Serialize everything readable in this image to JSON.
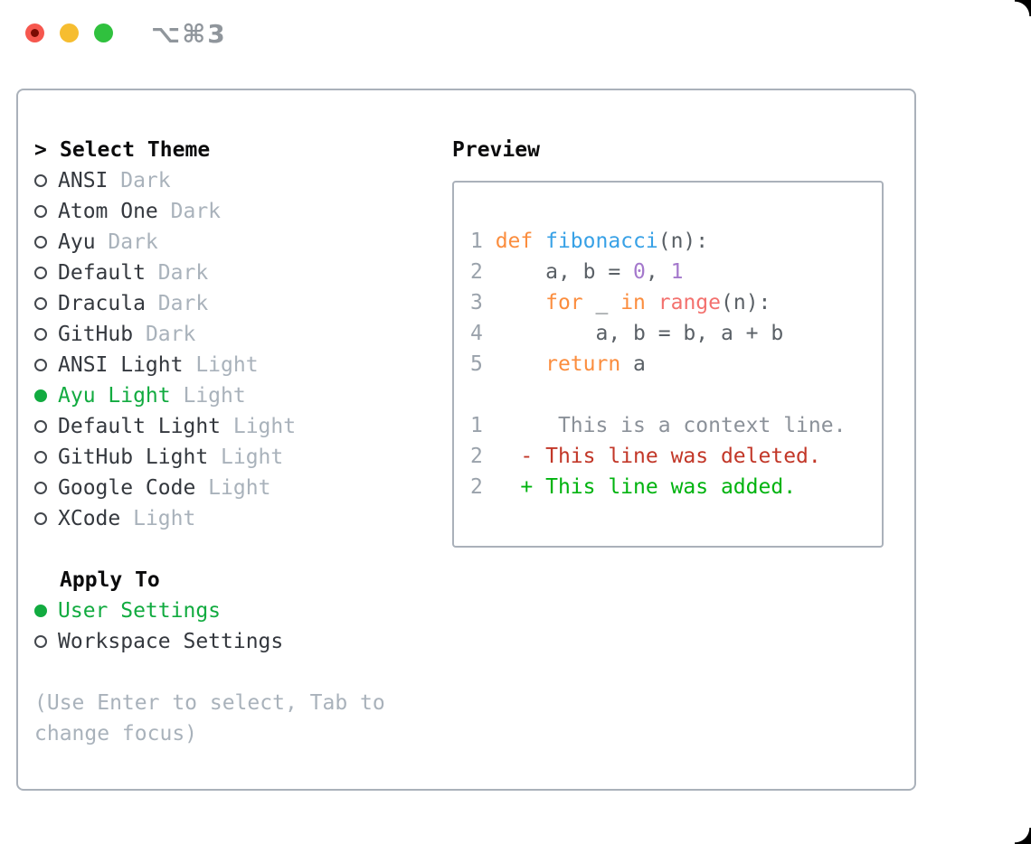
{
  "window": {
    "title_shortcut": "⌥⌘3"
  },
  "theme_selector": {
    "prompt": ">",
    "heading": "Select Theme",
    "items": [
      {
        "name": "ANSI",
        "variant": "Dark",
        "selected": false
      },
      {
        "name": "Atom One",
        "variant": "Dark",
        "selected": false
      },
      {
        "name": "Ayu",
        "variant": "Dark",
        "selected": false
      },
      {
        "name": "Default",
        "variant": "Dark",
        "selected": false
      },
      {
        "name": "Dracula",
        "variant": "Dark",
        "selected": false
      },
      {
        "name": "GitHub",
        "variant": "Dark",
        "selected": false
      },
      {
        "name": "ANSI Light",
        "variant": "Light",
        "selected": false
      },
      {
        "name": "Ayu Light",
        "variant": "Light",
        "selected": true
      },
      {
        "name": "Default Light",
        "variant": "Light",
        "selected": false
      },
      {
        "name": "GitHub Light",
        "variant": "Light",
        "selected": false
      },
      {
        "name": "Google Code",
        "variant": "Light",
        "selected": false
      },
      {
        "name": "XCode",
        "variant": "Light",
        "selected": false
      }
    ],
    "apply_to_heading": "Apply To",
    "apply_to_options": [
      {
        "label": "User Settings",
        "selected": true
      },
      {
        "label": "Workspace Settings",
        "selected": false
      }
    ],
    "hint_lines": [
      "(Use Enter to select, Tab to",
      "change focus)"
    ]
  },
  "preview": {
    "heading": "Preview",
    "code_lines": [
      {
        "num": "1",
        "tokens": [
          {
            "text": "def ",
            "style": "keyword"
          },
          {
            "text": "fibonacci",
            "style": "function"
          },
          {
            "text": "(n):",
            "style": "plain"
          }
        ]
      },
      {
        "num": "2",
        "tokens": [
          {
            "text": "    a, b = ",
            "style": "plain"
          },
          {
            "text": "0",
            "style": "number"
          },
          {
            "text": ", ",
            "style": "plain"
          },
          {
            "text": "1",
            "style": "number"
          }
        ]
      },
      {
        "num": "3",
        "tokens": [
          {
            "text": "    ",
            "style": "plain"
          },
          {
            "text": "for",
            "style": "keyword"
          },
          {
            "text": " _ ",
            "style": "plain"
          },
          {
            "text": "in",
            "style": "keyword"
          },
          {
            "text": " ",
            "style": "plain"
          },
          {
            "text": "range",
            "style": "builtin"
          },
          {
            "text": "(n):",
            "style": "plain"
          }
        ]
      },
      {
        "num": "4",
        "tokens": [
          {
            "text": "        a, b = b, a + b",
            "style": "plain"
          }
        ]
      },
      {
        "num": "5",
        "tokens": [
          {
            "text": "    ",
            "style": "plain"
          },
          {
            "text": "return",
            "style": "keyword"
          },
          {
            "text": " a",
            "style": "plain"
          }
        ]
      }
    ],
    "diff_lines": [
      {
        "num": "1",
        "marker": "",
        "text": "This is a context line.",
        "type": "context"
      },
      {
        "num": "2",
        "marker": "-",
        "text": "This line was deleted.",
        "type": "deleted"
      },
      {
        "num": "2",
        "marker": "+",
        "text": "This line was added.",
        "type": "added"
      }
    ]
  },
  "colors": {
    "accent_green": "#12ab40",
    "traffic_red": "#f6574e",
    "traffic_red_dot": "#7a0b03",
    "traffic_yellow": "#f6bd30",
    "traffic_green": "#30c13e",
    "panel_border": "#aab1ba",
    "text_primary": "#34383e",
    "text_heading": "#0b0b0c",
    "text_secondary": "#a9b2bb",
    "code_plain": "#5a6066",
    "code_keyword": "#fb8d3e",
    "code_function": "#38a1e6",
    "code_builtin": "#f3716e",
    "code_number": "#a478cc",
    "line_number": "#9aa2ab",
    "diff_context": "#8b9199",
    "diff_deleted": "#c23728",
    "diff_added": "#00b30f"
  }
}
